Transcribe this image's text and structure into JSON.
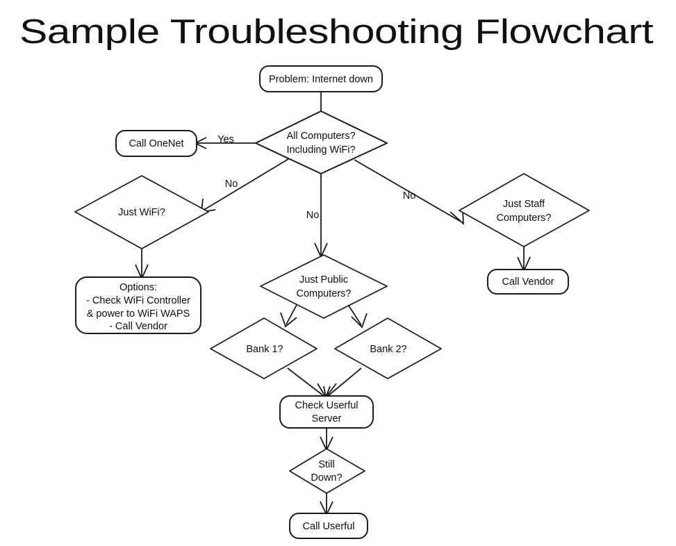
{
  "page": {
    "title": "Sample Troubleshooting Flowchart",
    "background_color": "#ffffff",
    "line_color": "#1a1a1a",
    "text_color": "#0d0d0d"
  },
  "chart_data": {
    "type": "diagram",
    "diagram_kind": "flowchart",
    "title": "Sample Troubleshooting Flowchart",
    "nodes": [
      {
        "id": "problem",
        "shape": "rounded-rect",
        "label": "Problem: Internet down",
        "lines": [
          "Problem: Internet down"
        ]
      },
      {
        "id": "all_computers",
        "shape": "diamond",
        "label": "All Computers? Including WiFi?",
        "lines": [
          "All Computers?",
          "Including WiFi?"
        ]
      },
      {
        "id": "call_onenet",
        "shape": "rounded-rect",
        "label": "Call OneNet",
        "lines": [
          "Call OneNet"
        ]
      },
      {
        "id": "just_wifi",
        "shape": "diamond",
        "label": "Just WiFi?",
        "lines": [
          "Just WiFi?"
        ]
      },
      {
        "id": "options",
        "shape": "rounded-rect",
        "label": "Options: - Check WiFi Controller & power to WiFi WAPS - Call Vendor",
        "lines": [
          "Options:",
          "- Check WiFi Controller",
          "& power to WiFi WAPS",
          "- Call Vendor"
        ]
      },
      {
        "id": "just_staff",
        "shape": "diamond",
        "label": "Just Staff Computers?",
        "lines": [
          "Just Staff",
          "Computers?"
        ]
      },
      {
        "id": "call_vendor",
        "shape": "rounded-rect",
        "label": "Call Vendor",
        "lines": [
          "Call Vendor"
        ]
      },
      {
        "id": "just_public",
        "shape": "diamond",
        "label": "Just Public Computers?",
        "lines": [
          "Just Public",
          "Computers?"
        ]
      },
      {
        "id": "bank1",
        "shape": "diamond",
        "label": "Bank 1?",
        "lines": [
          "Bank 1?"
        ]
      },
      {
        "id": "bank2",
        "shape": "diamond",
        "label": "Bank 2?",
        "lines": [
          "Bank 2?"
        ]
      },
      {
        "id": "check_userful",
        "shape": "rounded-rect",
        "label": "Check Userful Server",
        "lines": [
          "Check Userful",
          "Server"
        ]
      },
      {
        "id": "still_down",
        "shape": "diamond",
        "label": "Still Down?",
        "lines": [
          "Still",
          "Down?"
        ]
      },
      {
        "id": "call_userful",
        "shape": "rounded-rect",
        "label": "Call Userful",
        "lines": [
          "Call Userful"
        ]
      }
    ],
    "edges": [
      {
        "from": "problem",
        "to": "all_computers",
        "label": ""
      },
      {
        "from": "all_computers",
        "to": "call_onenet",
        "label": "Yes"
      },
      {
        "from": "all_computers",
        "to": "just_wifi",
        "label": "No"
      },
      {
        "from": "all_computers",
        "to": "just_public",
        "label": "No"
      },
      {
        "from": "all_computers",
        "to": "just_staff",
        "label": "No"
      },
      {
        "from": "just_wifi",
        "to": "options",
        "label": ""
      },
      {
        "from": "just_staff",
        "to": "call_vendor",
        "label": ""
      },
      {
        "from": "just_public",
        "to": "bank1",
        "label": ""
      },
      {
        "from": "just_public",
        "to": "bank2",
        "label": ""
      },
      {
        "from": "bank1",
        "to": "check_userful",
        "label": ""
      },
      {
        "from": "bank2",
        "to": "check_userful",
        "label": ""
      },
      {
        "from": "check_userful",
        "to": "still_down",
        "label": ""
      },
      {
        "from": "still_down",
        "to": "call_userful",
        "label": ""
      }
    ],
    "edge_labels": {
      "yes_onenet": "Yes",
      "no_wifi": "No",
      "no_public": "No",
      "no_staff": "No"
    }
  },
  "nodes": {
    "problem": {
      "line1": "Problem: Internet down"
    },
    "all_computers": {
      "line1": "All Computers?",
      "line2": "Including WiFi?"
    },
    "call_onenet": {
      "line1": "Call OneNet"
    },
    "just_wifi": {
      "line1": "Just WiFi?"
    },
    "options": {
      "line1": "Options:",
      "line2": "- Check WiFi Controller",
      "line3": "& power to WiFi WAPS",
      "line4": "- Call Vendor"
    },
    "just_staff": {
      "line1": "Just Staff",
      "line2": "Computers?"
    },
    "call_vendor": {
      "line1": "Call Vendor"
    },
    "just_public": {
      "line1": "Just Public",
      "line2": "Computers?"
    },
    "bank1": {
      "line1": "Bank 1?"
    },
    "bank2": {
      "line1": "Bank 2?"
    },
    "check_userful": {
      "line1": "Check Userful",
      "line2": "Server"
    },
    "still_down": {
      "line1": "Still",
      "line2": "Down?"
    },
    "call_userful": {
      "line1": "Call Userful"
    }
  },
  "labels": {
    "yes": "Yes",
    "no_left": "No",
    "no_center": "No",
    "no_right": "No"
  }
}
